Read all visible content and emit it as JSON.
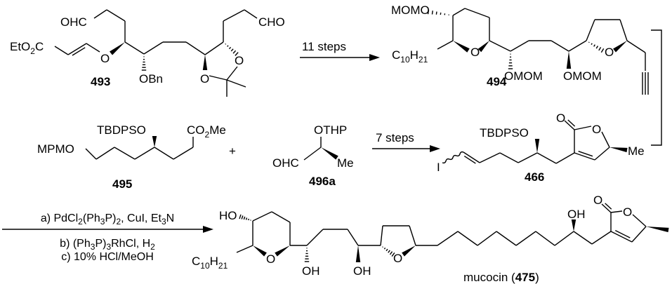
{
  "title": "Synthesis of mucocin",
  "c493": {
    "id": "493",
    "ester": [
      "EtO",
      "2",
      "C"
    ],
    "ald_left": "OHC",
    "ald_right": "CHO",
    "ether_o": "O",
    "obn": "OBn",
    "acetonide_o_low": "O",
    "acetonide_o_up": "O"
  },
  "step1": {
    "label": "11 steps"
  },
  "c494": {
    "id": "494",
    "momo": "MOMO",
    "alkyl": [
      "C",
      "10",
      "H",
      "21"
    ],
    "pyran_o": "O",
    "omom1": "OMOM",
    "omom2": "OMOM",
    "thf_o": "O"
  },
  "c495": {
    "id": "495",
    "mpmo": "MPMO",
    "tbdpso": "TBDPSO",
    "ester": [
      "CO",
      "2",
      "Me"
    ]
  },
  "plus": "+",
  "c496a": {
    "id": "496a",
    "othp": "OTHP",
    "ohc": "OHC",
    "me": "Me"
  },
  "step2": {
    "label": "7 steps"
  },
  "c466": {
    "id": "466",
    "iodo": "I",
    "tbdpso": "TBDPSO",
    "carbonyl_o": "O",
    "ring_o": "O",
    "me": "Me"
  },
  "step3": {
    "a": [
      "a) PdCl",
      "2",
      "(Ph",
      "3",
      "P)",
      "2",
      ", CuI, Et",
      "3",
      "N"
    ],
    "b": [
      "b) (Ph",
      "3",
      "P)",
      "3",
      "RhCl, H",
      "2"
    ],
    "c": "c) 10% HCl/MeOH"
  },
  "c475": {
    "name": "mucocin (",
    "id": "475",
    "close": ")",
    "ho": "HO",
    "alkyl": [
      "C",
      "10",
      "H",
      "21"
    ],
    "pyran_o": "O",
    "oh1": "OH",
    "oh2": "OH",
    "thf_o": "O",
    "oh3": "OH",
    "carbonyl_o": "O",
    "ring_o": "O"
  }
}
